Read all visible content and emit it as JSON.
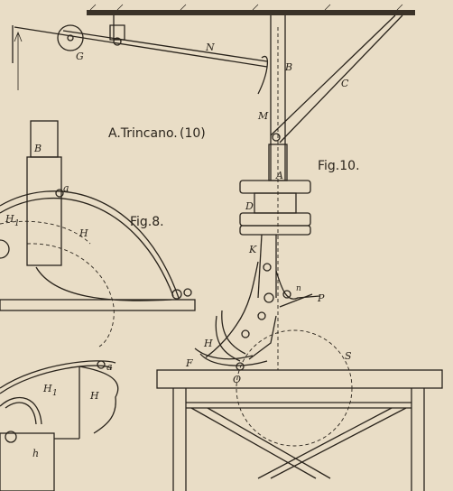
{
  "header": {
    "author": "A.Trincano.",
    "plate_number": "(10)"
  },
  "figures": {
    "fig8": "Fig.8.",
    "fig10": "Fig.10."
  },
  "labels": {
    "G": "G",
    "N": "N",
    "B": "B",
    "C": "C",
    "M": "M",
    "A": "A",
    "D": "D",
    "K": "K",
    "n": "n",
    "P": "P",
    "S": "S",
    "F": "F",
    "H": "H",
    "O": "O",
    "fig8_B": "B",
    "fig8_a": "a",
    "fig8_H1": "H",
    "fig8_H": "H",
    "fig9_a": "a",
    "fig9_H1": "H",
    "fig9_H": "H",
    "fig9_h": "h",
    "sub_1": "1"
  }
}
